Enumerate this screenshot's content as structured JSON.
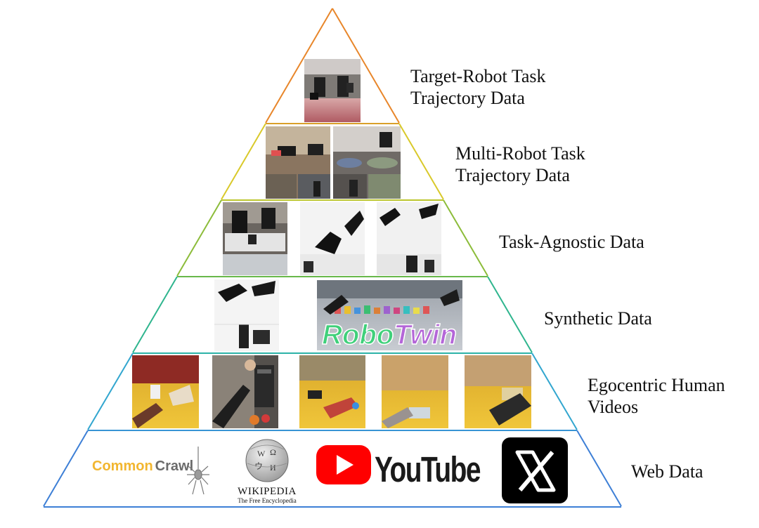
{
  "tiers": [
    {
      "id": "target-robot",
      "label_lines": [
        "Target-Robot Task",
        "Trajectory Data"
      ],
      "color": "#e8862a"
    },
    {
      "id": "multi-robot",
      "label_lines": [
        "Multi-Robot Task",
        "Trajectory Data"
      ],
      "color": "#d9c92a"
    },
    {
      "id": "task-agnostic",
      "label_lines": [
        "Task-Agnostic Data"
      ],
      "color": "#8cbc3a"
    },
    {
      "id": "synthetic",
      "label_lines": [
        "Synthetic Data"
      ],
      "color": "#2fb58e"
    },
    {
      "id": "egocentric",
      "label_lines": [
        "Egocentric Human",
        "Videos"
      ],
      "color": "#32a6cf"
    },
    {
      "id": "web",
      "label_lines": [
        "Web Data"
      ],
      "color": "#3d7fd6"
    }
  ],
  "logos": {
    "common_crawl": {
      "word1": "Common",
      "word2": "Crawl",
      "color1": "#f2b630",
      "color2": "#6b6b6b"
    },
    "wikipedia": {
      "name": "Wikipedia",
      "tagline": "The Free Encyclopedia"
    },
    "youtube": {
      "name": "YouTube",
      "red": "#ff0000"
    },
    "x": {
      "name": "X"
    }
  },
  "robotwin": {
    "word1": "Robo",
    "word2": "Twin"
  }
}
